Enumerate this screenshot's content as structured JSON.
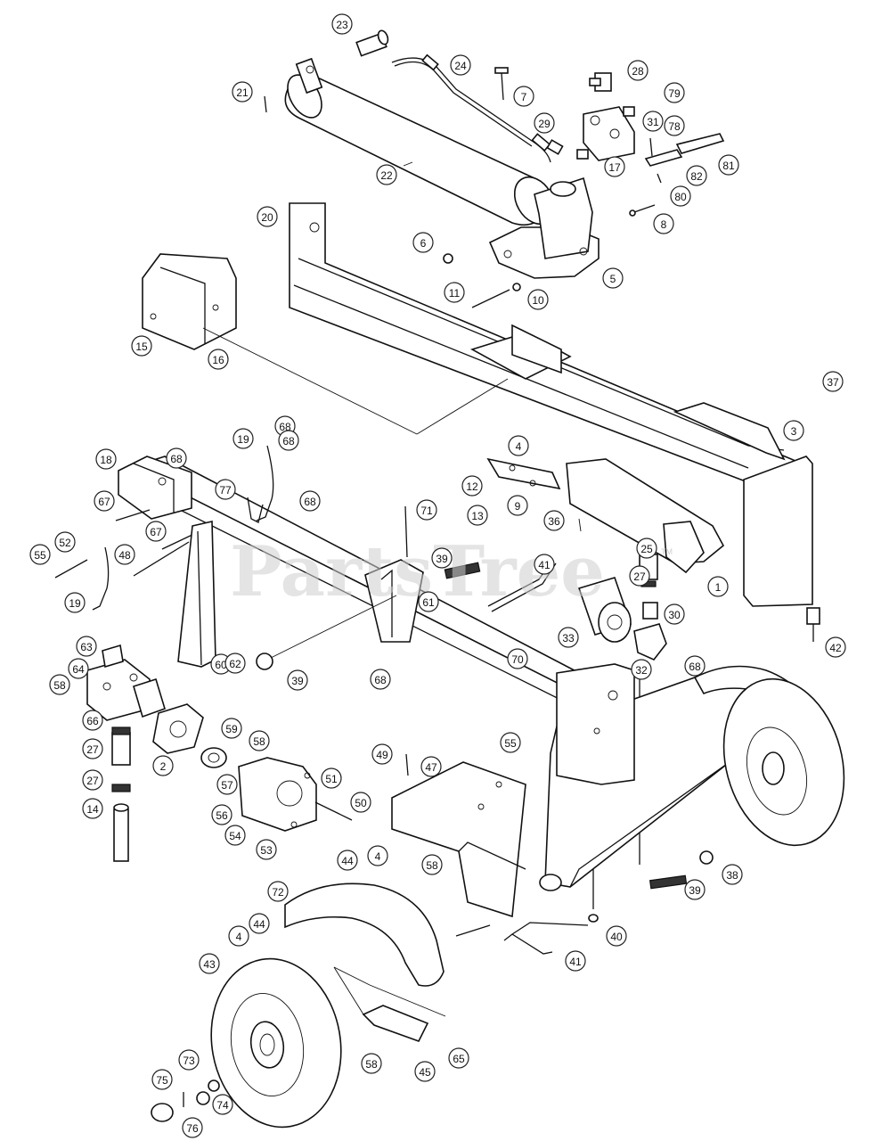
{
  "watermark": {
    "text": "PartsTree",
    "trademark": "TM"
  },
  "callouts": [
    "1",
    "2",
    "3",
    "4",
    "4",
    "4",
    "5",
    "6",
    "7",
    "8",
    "9",
    "10",
    "11",
    "12",
    "13",
    "14",
    "15",
    "16",
    "17",
    "18",
    "19",
    "19",
    "20",
    "21",
    "22",
    "23",
    "24",
    "25",
    "27",
    "27",
    "27",
    "28",
    "29",
    "30",
    "31",
    "32",
    "33",
    "36",
    "37",
    "38",
    "39",
    "39",
    "39",
    "40",
    "41",
    "41",
    "42",
    "43",
    "44",
    "44",
    "45",
    "47",
    "48",
    "49",
    "50",
    "51",
    "52",
    "53",
    "54",
    "55",
    "55",
    "56",
    "57",
    "58",
    "58",
    "58",
    "58",
    "59",
    "60",
    "61",
    "62",
    "63",
    "64",
    "65",
    "66",
    "67",
    "67",
    "68",
    "68",
    "68",
    "68",
    "68",
    "68",
    "70",
    "71",
    "72",
    "73",
    "74",
    "75",
    "76",
    "77",
    "78",
    "79",
    "80",
    "81",
    "82"
  ]
}
